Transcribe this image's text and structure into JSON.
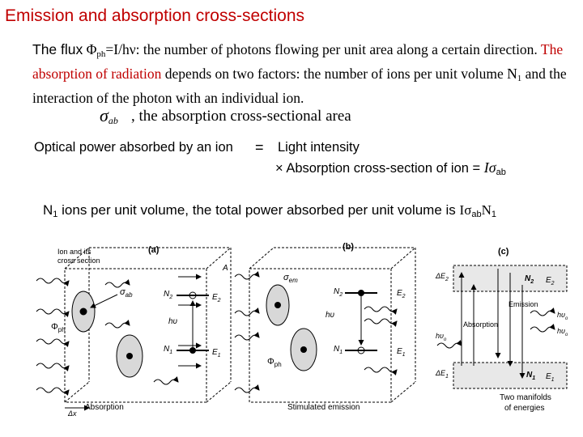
{
  "title": "Emission and absorption cross-sections",
  "paragraph": {
    "flux_label": "The flux",
    "flux_symbol": "Φ",
    "flux_sub": "ph",
    "flux_def": "=I/hν: the number of photons flowing per unit area along a certain direction.",
    "red_phrase": "The absorption of radiation",
    "rest": "depends on two factors: the number of ions per unit volume N",
    "n_sub": "1",
    "rest2": "and the interaction of the photon with an individual ion."
  },
  "equation": {
    "sigma": "σ",
    "sigma_sub": "ab",
    "sigma_desc": ", the absorption cross-sectional area",
    "lhs": "Optical power absorbed by an ion",
    "equals": "=",
    "rhs1": "Light intensity",
    "times": "×",
    "rhs2": "Absorption cross-section of ion",
    "equals2": "=",
    "result": "Iσ",
    "result_sub": "ab"
  },
  "line2": {
    "n": "N",
    "n_sub": "1",
    "text": "ions per unit volume, the total power absorbed per unit volume is",
    "expr": "Iσ",
    "expr_sub": "ab",
    "expr_n": "N",
    "expr_n_sub": "1"
  },
  "figure": {
    "a_label": "(a)",
    "b_label": "(b)",
    "c_label": "(c)",
    "ion_caption_1": "Ion and its",
    "ion_caption_2": "cross section",
    "A": "A",
    "sigma_ab": "σ",
    "sigma_ab_sub": "ab",
    "sigma_em": "σ",
    "sigma_em_sub": "em",
    "phi": "Φ",
    "phi_sub": "ph",
    "N2": "N",
    "N2_sub": "2",
    "N1": "N",
    "N1_sub": "1",
    "E2": "E",
    "E2_sub": "2",
    "E1": "E",
    "E1_sub": "1",
    "hv": "hυ",
    "dx": "Δx",
    "absorption_caption": "Absorption",
    "stim_caption": "Stimulated emission",
    "dE2": "ΔE",
    "dE2_sub": "2",
    "dE1": "ΔE",
    "dE1_sub": "1",
    "emission": "Emission",
    "absorption_c": "Absorption",
    "hvo": "hυ",
    "hvo_sub": "o",
    "hvo2": "hυ",
    "hvo2_sub": "o",
    "hvo3": "hυ",
    "hvo3_sub": "o",
    "manifolds_1": "Two manifolds",
    "manifolds_2": "of energies"
  }
}
